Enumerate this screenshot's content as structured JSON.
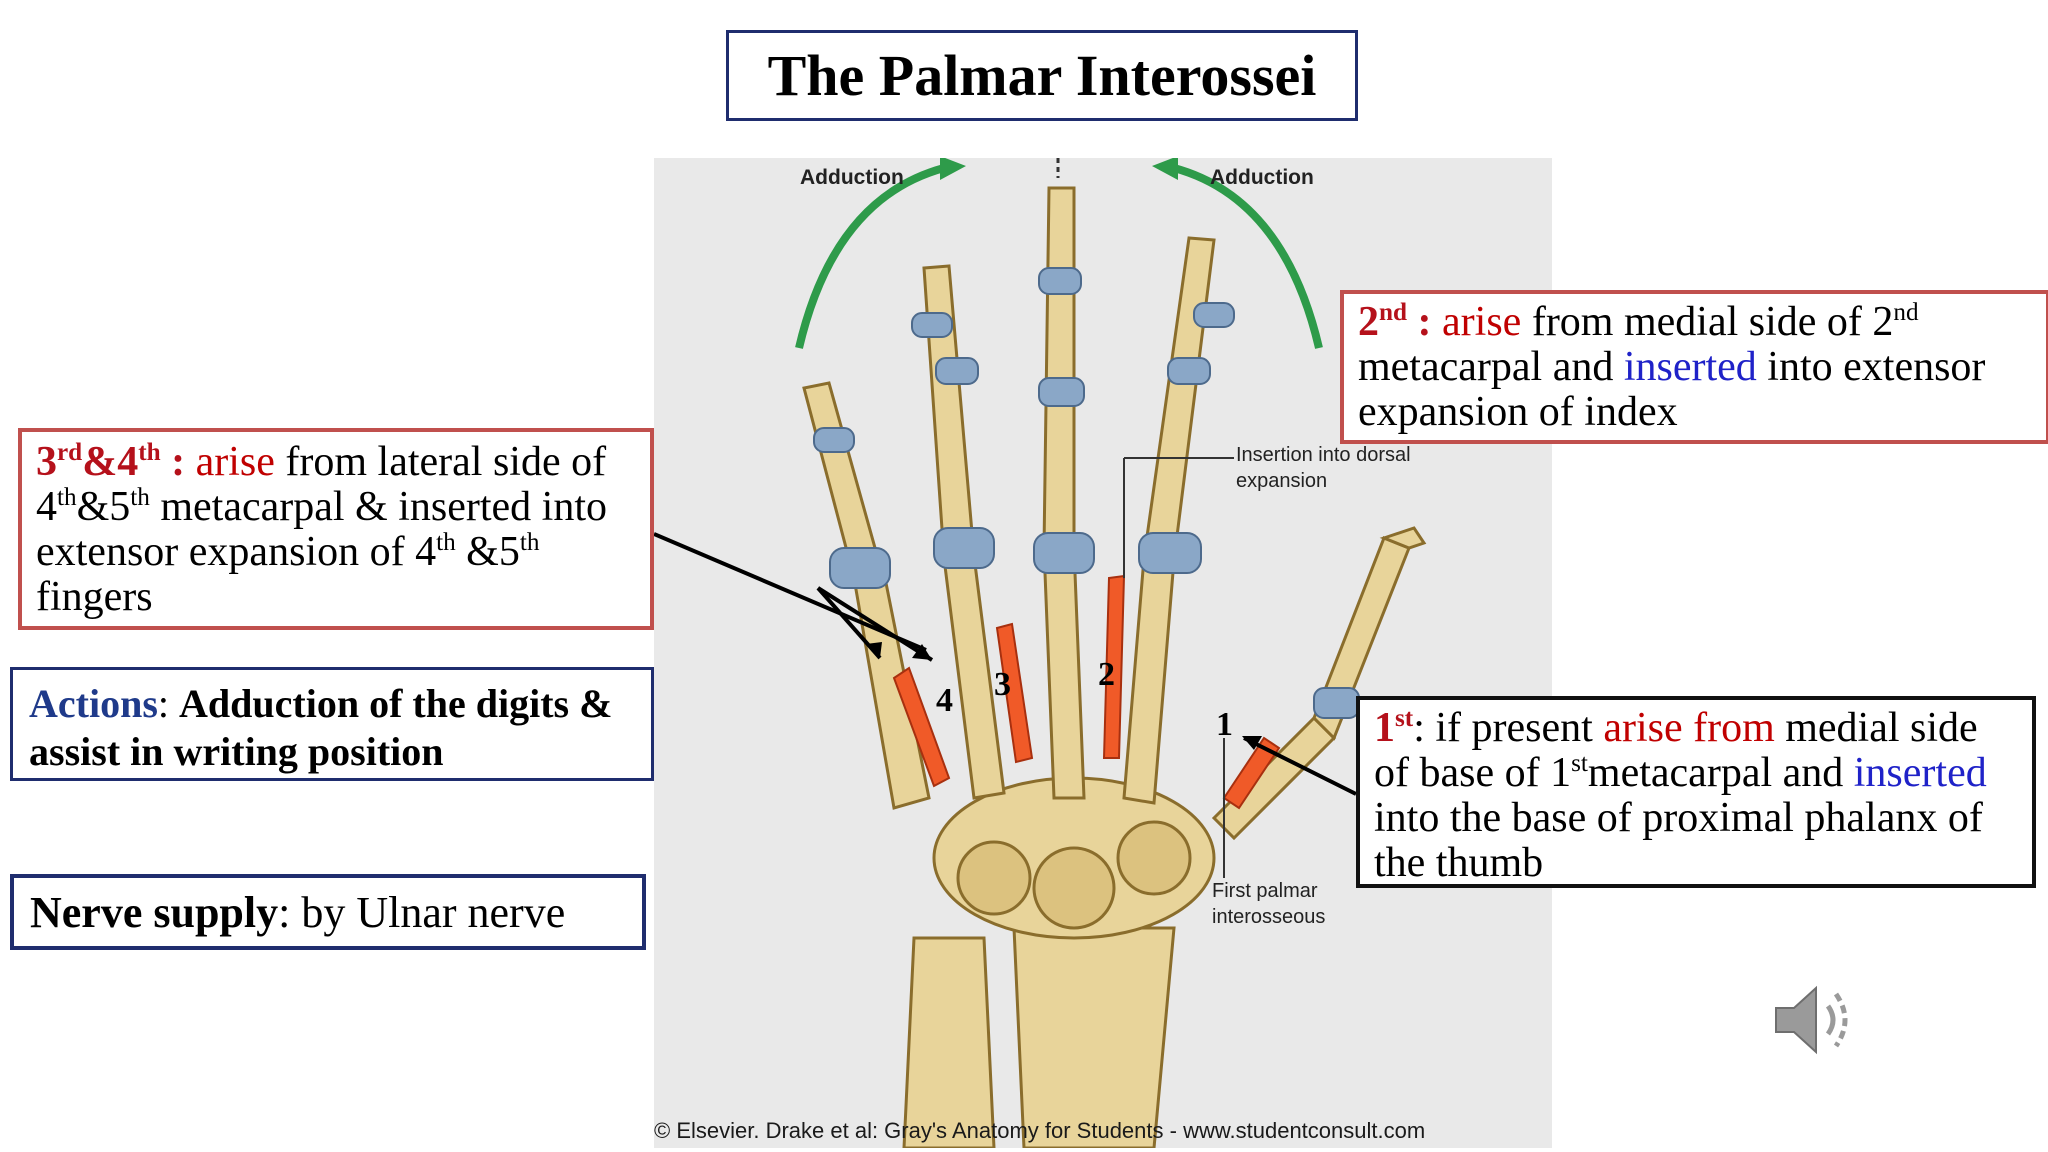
{
  "title": "The Palmar Interossei",
  "figure": {
    "adduction_left": "Adduction",
    "adduction_right": "Adduction",
    "insertion_label": "Insertion into dorsal expansion",
    "first_palmar_label": "First palmar interosseous",
    "numbers": [
      "1",
      "2",
      "3",
      "4"
    ],
    "credit": "© Elsevier. Drake et al: Gray's Anatomy for Students - www.studentconsult.com"
  },
  "box_3_4": {
    "ord_a": "3",
    "sup_a": "rd",
    "amp": "&",
    "ord_b": "4",
    "sup_b": "th",
    "colon": " : ",
    "arise": "arise",
    "t1": " from lateral side of ",
    "n1": "4",
    "s1": "th",
    "n1b": "&5",
    "s1b": "th",
    "t2": "  metacarpal & inserted into extensor expansion of 4",
    "s2": "th",
    "t3": " &5",
    "s3": "th",
    "t4": " fingers"
  },
  "box_2nd": {
    "ord": "2",
    "sup": "nd",
    "colon": " : ",
    "arise": "arise",
    "t1": " from medial side of 2",
    "s1": "nd",
    "t2": " metacarpal and ",
    "inserted": "inserted",
    "t3": " into extensor expansion of index"
  },
  "box_1st": {
    "ord": "1",
    "sup": "st",
    "t1": ": if present ",
    "arise": "arise from",
    "t2": " medial side of base of 1",
    "s1": "st",
    "t3": "metacarpal and ",
    "inserted": "inserted",
    "t4": " into the base of proximal phalanx of the thumb"
  },
  "actions": {
    "label": "Actions",
    "colon": ": ",
    "text": "Adduction of the digits & assist in writing position"
  },
  "nerve": {
    "label": "Nerve supply",
    "text": ": by Ulnar nerve"
  },
  "icons": {
    "speaker": "speaker-icon"
  },
  "colors": {
    "arise": "#c00000",
    "inserted": "#1f22c8",
    "box_red": "#c0504d",
    "box_navy": "#1f2d6e"
  }
}
